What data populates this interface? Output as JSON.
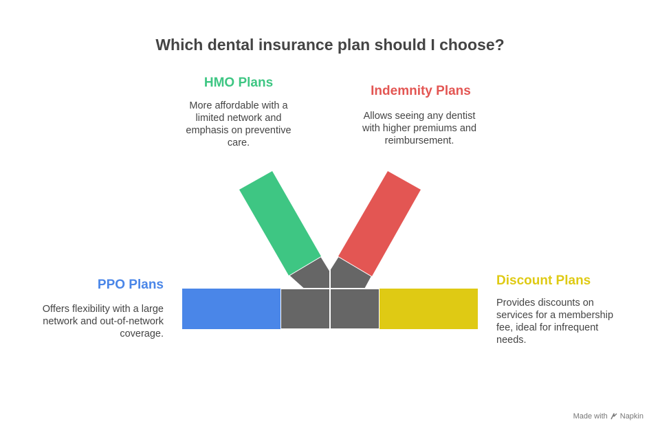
{
  "title": "Which dental insurance plan should I choose?",
  "options": {
    "hmo": {
      "heading": "HMO Plans",
      "description": "More affordable with a limited network and emphasis on preventive care.",
      "color": "#3ec683"
    },
    "indemnity": {
      "heading": "Indemnity Plans",
      "description": "Allows seeing any dentist with higher premiums and reimbursement.",
      "color": "#e35653"
    },
    "ppo": {
      "heading": "PPO Plans",
      "description": "Offers flexibility with a large network and out-of-network coverage.",
      "color": "#4a86e8"
    },
    "discount": {
      "heading": "Discount Plans",
      "description": "Provides discounts on services for a membership fee, ideal for infrequent needs.",
      "color": "#dfca14"
    }
  },
  "connector_color": "#666666",
  "footer": {
    "made_with": "Made with",
    "brand": "Napkin"
  }
}
